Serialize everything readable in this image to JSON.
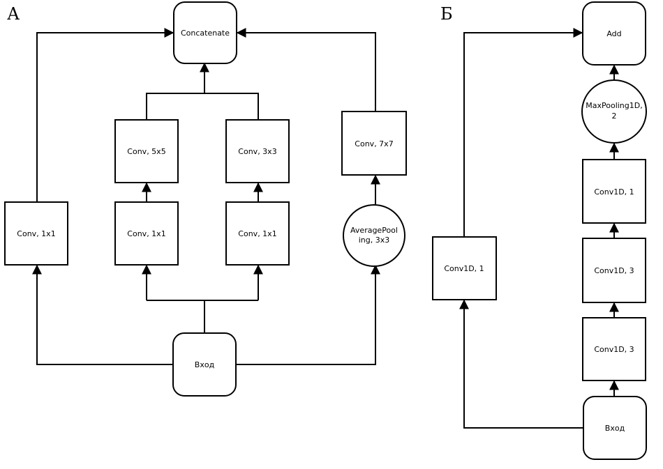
{
  "panels": {
    "a": {
      "letter": "А",
      "nodes": {
        "concat": "Concatenate",
        "conv1x1_left": "Conv, 1x1",
        "conv5x5": "Conv, 5x5",
        "conv1x1_mid": "Conv, 1x1",
        "conv3x3": "Conv, 3x3",
        "conv1x1_right": "Conv, 1x1",
        "conv7x7": "Conv, 7x7",
        "avgpool_line1": "AveragePool",
        "avgpool_line2": "ing, 3x3",
        "input": "Вход"
      }
    },
    "b": {
      "letter": "Б",
      "nodes": {
        "add": "Add",
        "maxpool_line1": "MaxPooling1D,",
        "maxpool_line2": "2",
        "conv1d_1_top": "Conv1D, 1",
        "conv1d_3_upper": "Conv1D, 3",
        "conv1d_3_lower": "Conv1D, 3",
        "conv1d_1_skip": "Conv1D, 1",
        "input": "Вход"
      }
    }
  }
}
